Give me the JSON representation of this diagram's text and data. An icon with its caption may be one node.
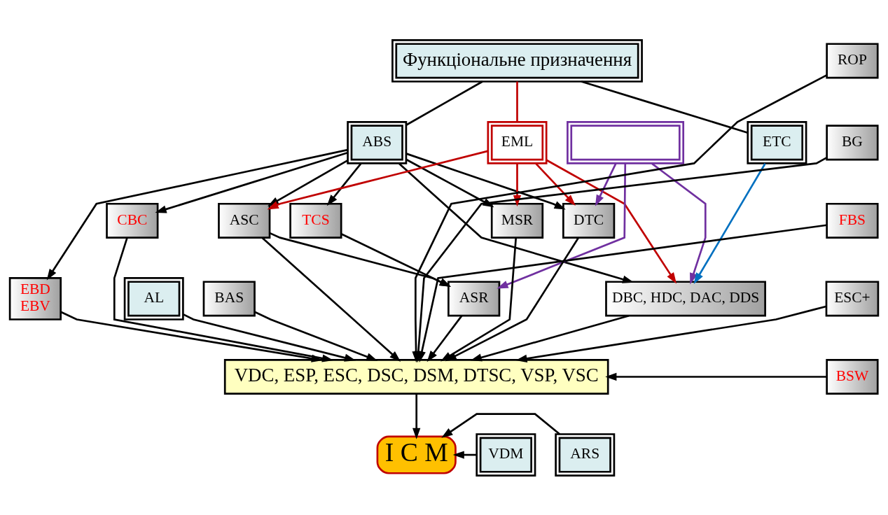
{
  "diagram": {
    "nodes": [
      {
        "text": [
          "Функціональне призначення"
        ]
      },
      {
        "text": [
          "ABS"
        ]
      },
      {
        "text": [
          "EML"
        ]
      },
      {
        "text": [],
        "shape": "box"
      },
      {
        "text": [
          "ETC"
        ]
      },
      {
        "text": [
          "ASC"
        ]
      },
      {
        "text": [
          "TCS"
        ]
      },
      {
        "text": [
          "DTC"
        ]
      },
      {
        "text": [
          "MSR"
        ]
      },
      {
        "text": [
          "CBC"
        ]
      },
      {
        "text": [
          "ROP"
        ]
      },
      {
        "text": [
          "BG"
        ]
      },
      {
        "text": [
          "FBS"
        ]
      },
      {
        "text": [
          "ESC+"
        ]
      },
      {
        "text": [
          "BSW"
        ]
      },
      {
        "text": [
          "ASR"
        ]
      },
      {
        "text": [
          "AL"
        ]
      },
      {
        "text": [
          "BAS"
        ]
      },
      {
        "text": [
          "DBC, HDC, DAC, DDS"
        ]
      },
      {
        "text": [
          "EBD",
          "EBV"
        ]
      },
      {
        "text": [
          "VDC, ESP, ESC, DSC, DSM, DTSC, VSP, VSC"
        ]
      },
      {
        "text": [
          "I C M"
        ]
      },
      {
        "text": [
          "ARS"
        ]
      },
      {
        "text": [
          "VDM"
        ]
      }
    ],
    "edges": [
      {
        "from": 0,
        "to": 1,
        "arrow": "none"
      },
      {
        "from": 0,
        "to": 4,
        "arrow": "none"
      },
      {
        "from": 0,
        "to": 2,
        "arrow": "none",
        "color": "#c00000"
      },
      {
        "from": 1,
        "to": 5,
        "arrow": "to"
      },
      {
        "from": 1,
        "to": 6,
        "arrow": "to"
      },
      {
        "from": 1,
        "to": 7,
        "arrow": "to"
      },
      {
        "from": 1,
        "to": 8,
        "arrow": "to"
      },
      {
        "from": 1,
        "to": 18,
        "arrow": "to"
      },
      {
        "from": 1,
        "to": 19,
        "arrow": "to"
      },
      {
        "from": 1,
        "to": 9,
        "arrow": "to"
      },
      {
        "from": 2,
        "to": 5,
        "arrow": "to",
        "color": "#c00000"
      },
      {
        "from": 2,
        "to": 7,
        "arrow": "to",
        "color": "#c00000"
      },
      {
        "from": 2,
        "to": 8,
        "arrow": "to",
        "color": "#c00000"
      },
      {
        "from": 2,
        "to": 18,
        "arrow": "to",
        "color": "#c00000"
      },
      {
        "from": 3,
        "to": 15,
        "arrow": "to",
        "color": "#7030a0"
      },
      {
        "from": 3,
        "to": 7,
        "arrow": "to",
        "color": "#7030a0"
      },
      {
        "from": 3,
        "to": 18,
        "arrow": "to",
        "color": "#7030a0"
      },
      {
        "from": 4,
        "to": 18,
        "arrow": "to",
        "color": "#0070c0"
      },
      {
        "from": 5,
        "to": 15,
        "arrow": "to"
      },
      {
        "from": 6,
        "to": 15,
        "arrow": "to"
      },
      {
        "from": 5,
        "to": 20,
        "arrow": "to"
      },
      {
        "from": 15,
        "to": 20,
        "arrow": "to"
      },
      {
        "from": 16,
        "to": 20,
        "arrow": "to"
      },
      {
        "from": 7,
        "to": 20,
        "arrow": "to"
      },
      {
        "from": 17,
        "to": 20,
        "arrow": "to"
      },
      {
        "from": 8,
        "to": 20,
        "arrow": "to"
      },
      {
        "from": 18,
        "to": 20,
        "arrow": "to"
      },
      {
        "from": 19,
        "to": 20,
        "arrow": "to"
      },
      {
        "from": 9,
        "to": 20,
        "arrow": "to"
      },
      {
        "from": 10,
        "to": 20,
        "arrow": "to"
      },
      {
        "from": 11,
        "to": 20,
        "arrow": "to"
      },
      {
        "from": 12,
        "to": 20,
        "arrow": "to"
      },
      {
        "from": 13,
        "to": 20,
        "arrow": "to"
      },
      {
        "from": 14,
        "to": 20,
        "arrow": "to"
      },
      {
        "from": 20,
        "to": 21,
        "arrow": "to"
      },
      {
        "from": 22,
        "to": 21,
        "arrow": "to"
      },
      {
        "from": 23,
        "to": 21,
        "arrow": "to"
      }
    ]
  }
}
